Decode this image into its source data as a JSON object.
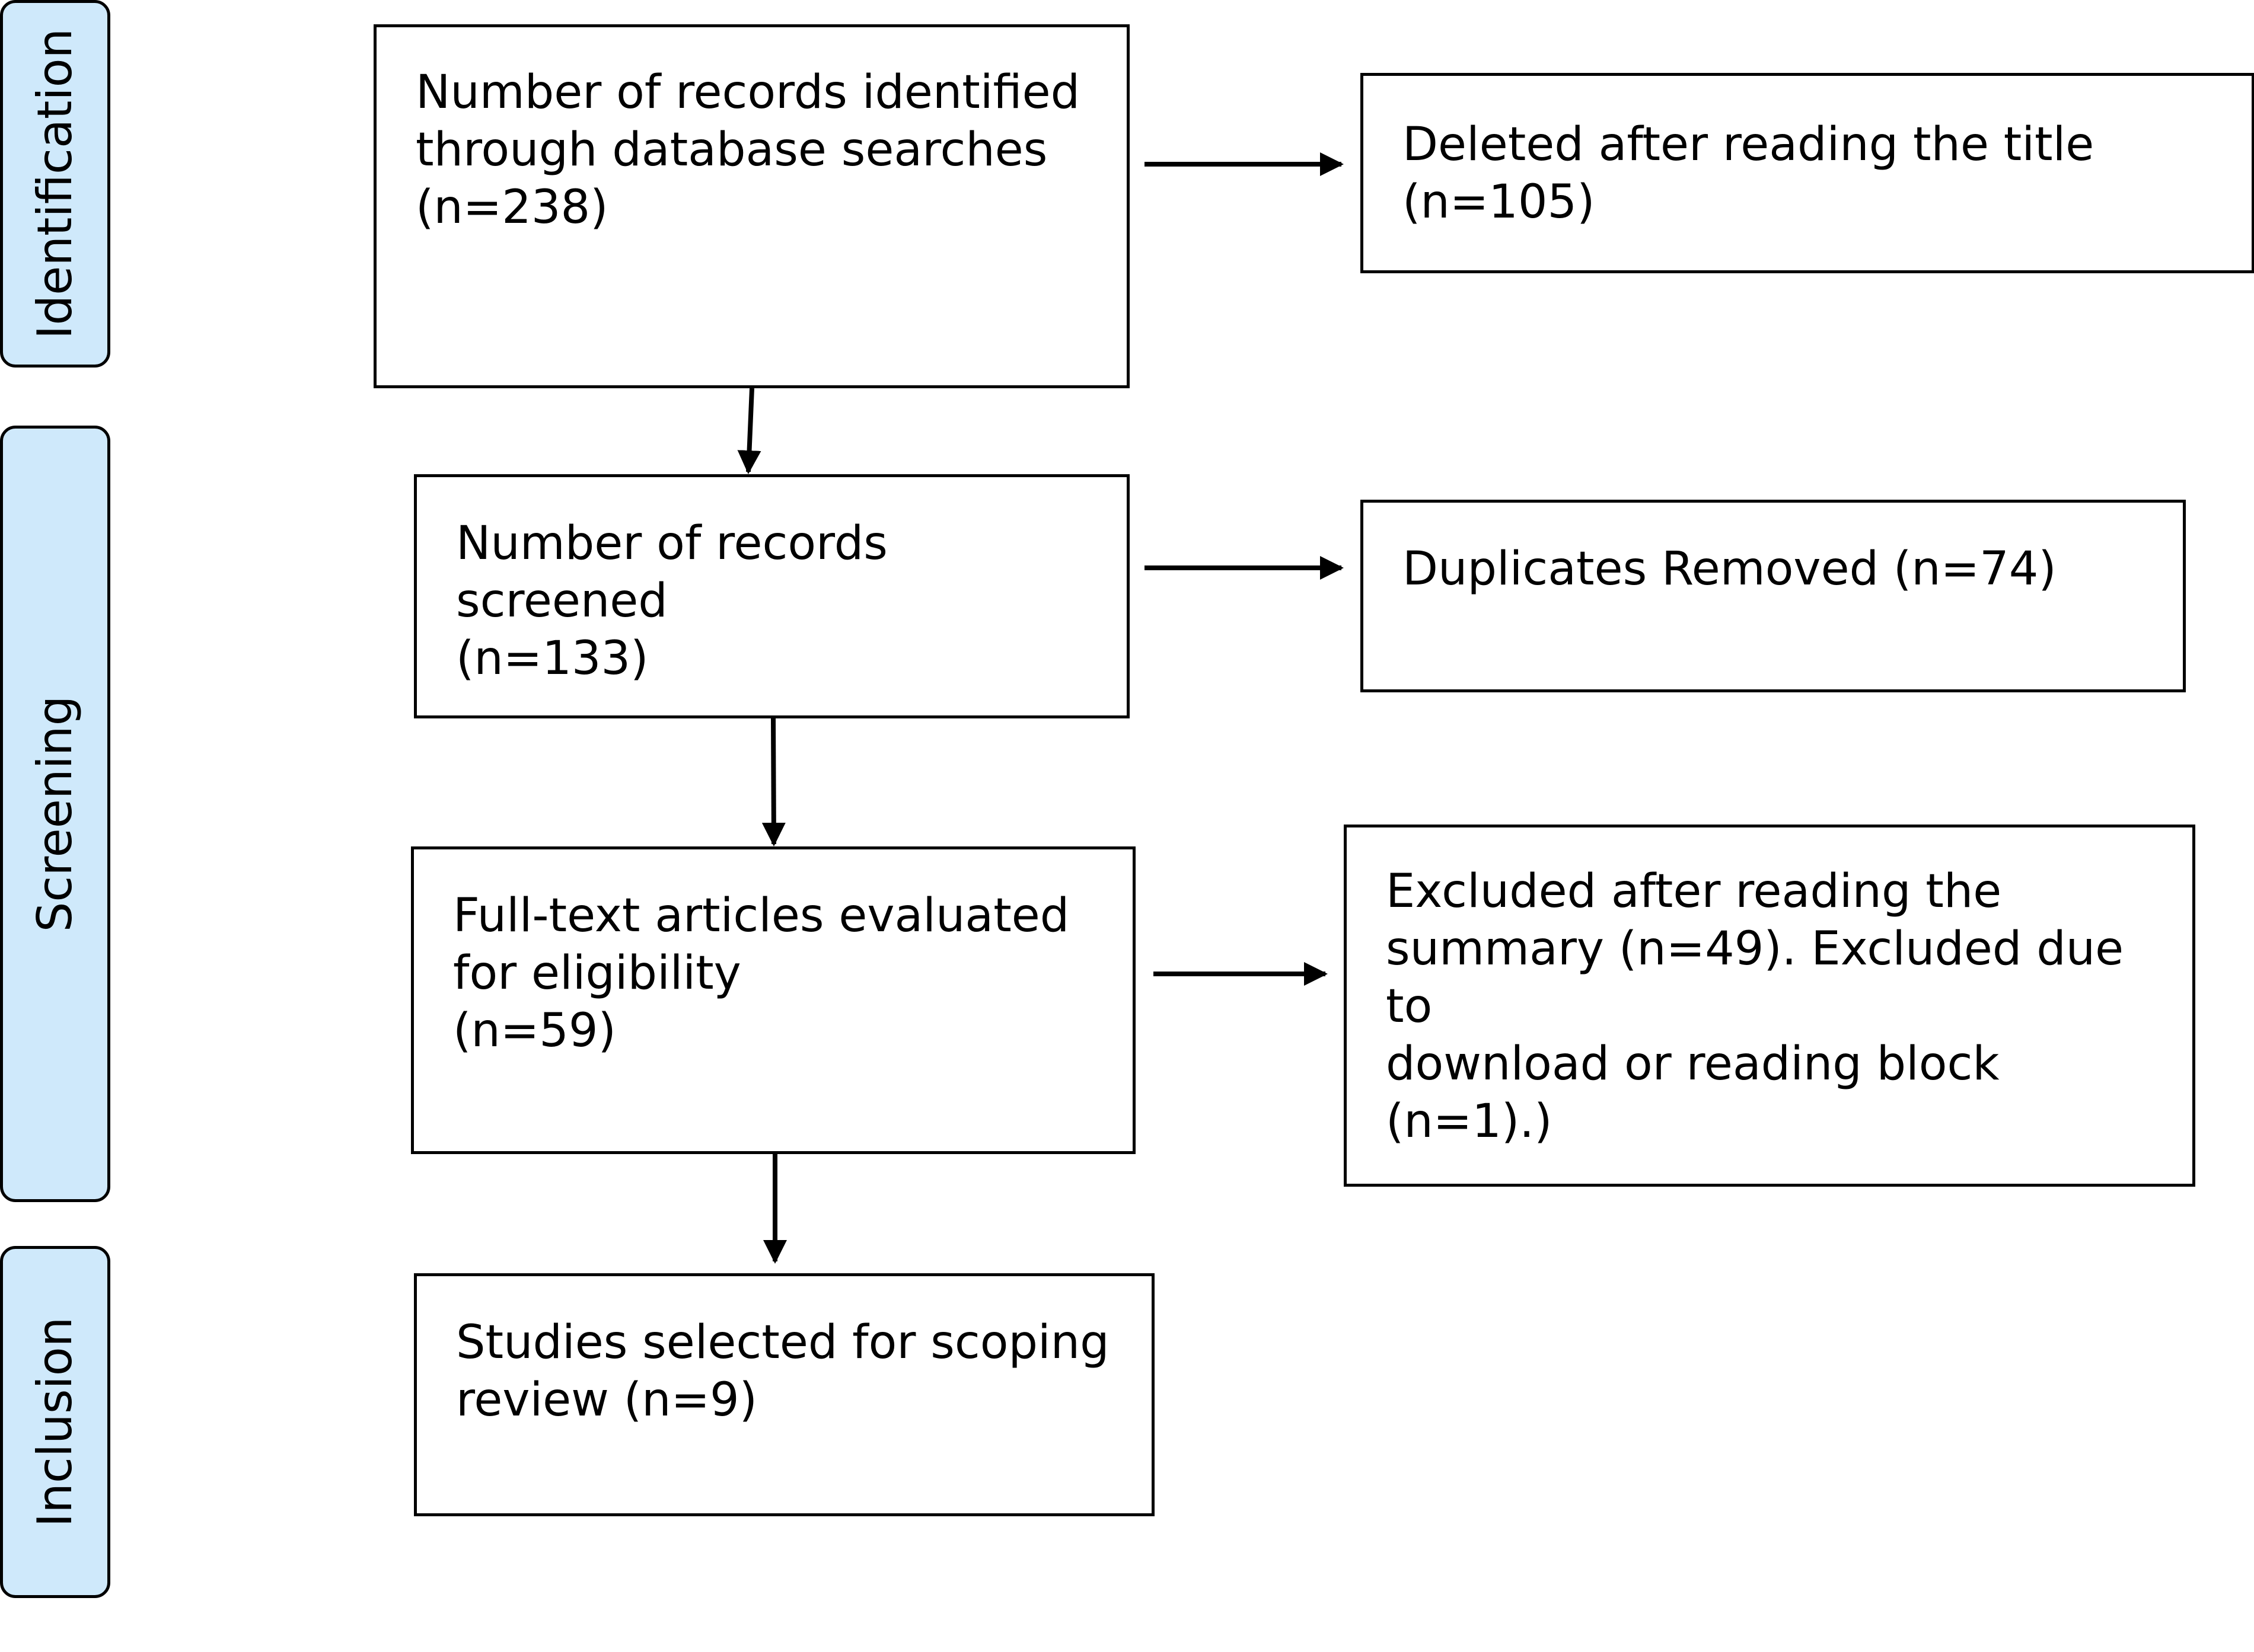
{
  "phases": {
    "identification": "Identification",
    "screening": "Screening",
    "inclusion": "Inclusion"
  },
  "boxes": {
    "identified": "Number of records identified\nthrough database searches\n(n=238)",
    "deleted_title": "Deleted after reading the title\n(n=105)",
    "screened": "Number of records screened\n(n=133)",
    "duplicates": "Duplicates Removed (n=74)",
    "full_text": "Full-text articles evaluated\nfor eligibility\n(n=59)",
    "excluded": "Excluded after reading the\nsummary (n=49). Excluded due to\ndownload or reading block (n=1).)",
    "selected": "Studies selected for scoping\nreview (n=9)"
  },
  "colors": {
    "phase_fill": "#cfe9fb",
    "stroke": "#000000"
  }
}
